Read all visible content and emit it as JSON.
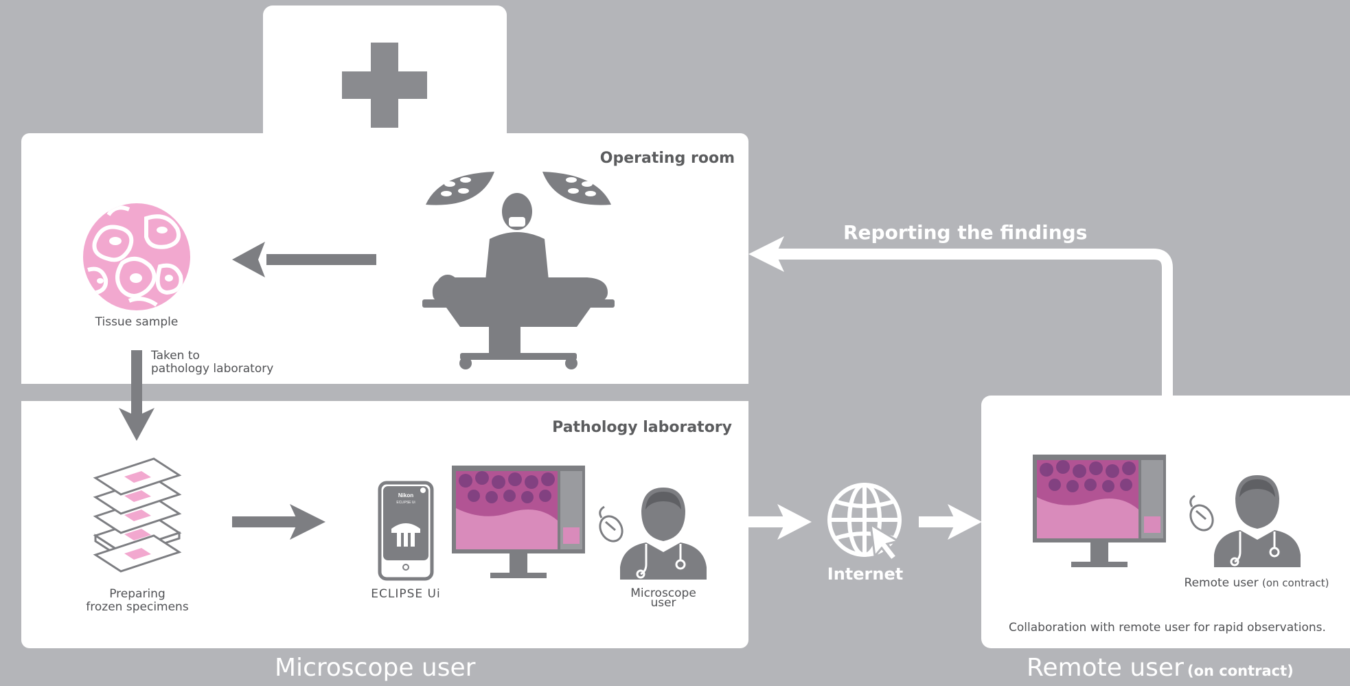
{
  "rooms": {
    "operating": "Operating room",
    "pathology": "Pathology laboratory"
  },
  "labels": {
    "tissue_sample": "Tissue sample",
    "taken_to_1": "Taken to",
    "taken_to_2": "pathology laboratory",
    "preparing_1": "Preparing",
    "preparing_2": "frozen specimens",
    "eclipse": "ECLIPSE Ui",
    "microscope_user_1": "Microscope",
    "microscope_user_2": "user",
    "internet": "Internet",
    "reporting": "Reporting the findings",
    "remote_user_main": "Remote user",
    "remote_user_note": "(on contract)",
    "collaboration": "Collaboration with remote user for rapid observations.",
    "device_brand": "Nikon",
    "device_model": "ECLIPSE Ui"
  },
  "footer": {
    "left": "Microscope user",
    "right_main": "Remote user",
    "right_note": "(on contract)"
  },
  "colors": {
    "background": "#b4b5b9",
    "panel": "#ffffff",
    "icon_gray": "#7d7e82",
    "tissue_pink": "#f2a8cf",
    "arrow_white": "#ffffff"
  }
}
